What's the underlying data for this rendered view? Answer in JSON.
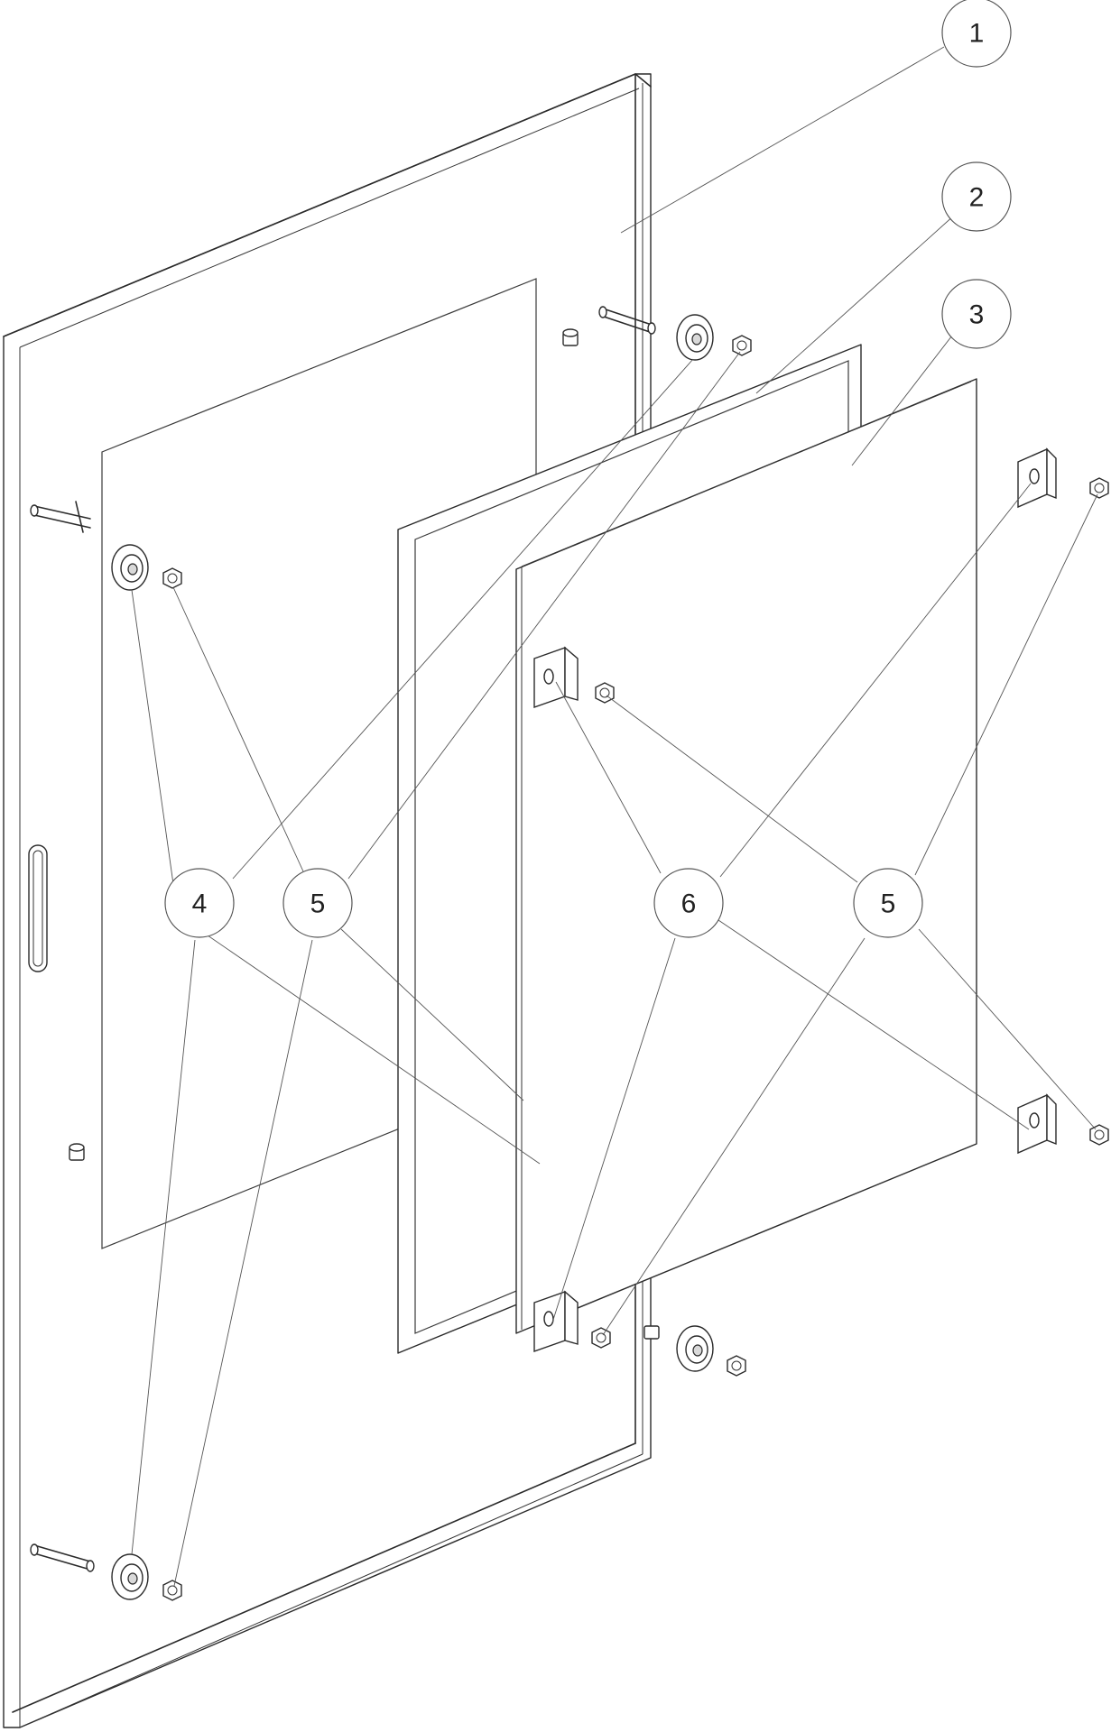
{
  "callouts": [
    {
      "id": "c1",
      "label": "1"
    },
    {
      "id": "c2",
      "label": "2"
    },
    {
      "id": "c3",
      "label": "3"
    },
    {
      "id": "c4",
      "label": "4"
    },
    {
      "id": "c5a",
      "label": "5"
    },
    {
      "id": "c6",
      "label": "6"
    },
    {
      "id": "c5b",
      "label": "5"
    }
  ]
}
